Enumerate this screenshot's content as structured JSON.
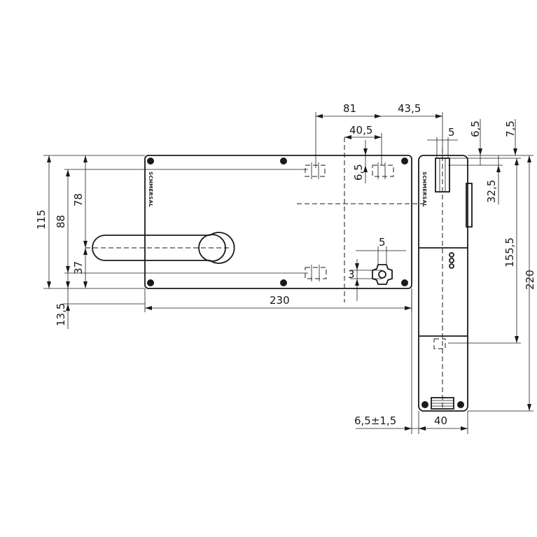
{
  "brand": "SCHMERSAL",
  "dimensions": {
    "d115": "115",
    "d88": "88",
    "d78": "78",
    "d37": "37",
    "d13_5": "13,5",
    "d230": "230",
    "d81": "81",
    "d43_5": "43,5",
    "d40_5": "40,5",
    "d6_5_left": "6,5",
    "d5_top": "5",
    "d6_5_top": "6,5",
    "d7_5": "7,5",
    "d32_5": "32,5",
    "d155_5": "155,5",
    "d220": "220",
    "d5_mid": "5",
    "d3": "3",
    "d6_5_tol": "6,5±1,5",
    "d40": "40"
  }
}
